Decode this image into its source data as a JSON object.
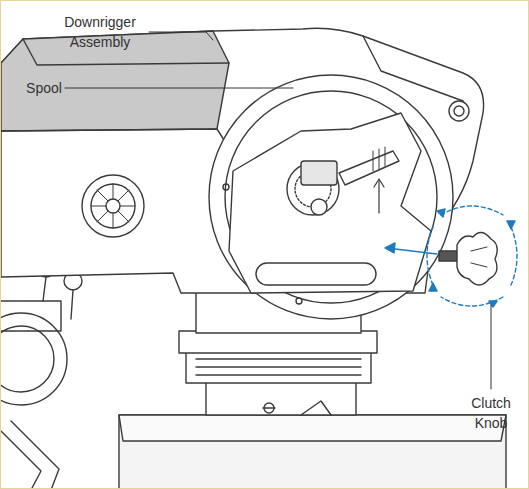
{
  "diagram": {
    "labels": [
      "Downrigger Assembly",
      "Spool",
      "Clutch Knob"
    ]
  }
}
